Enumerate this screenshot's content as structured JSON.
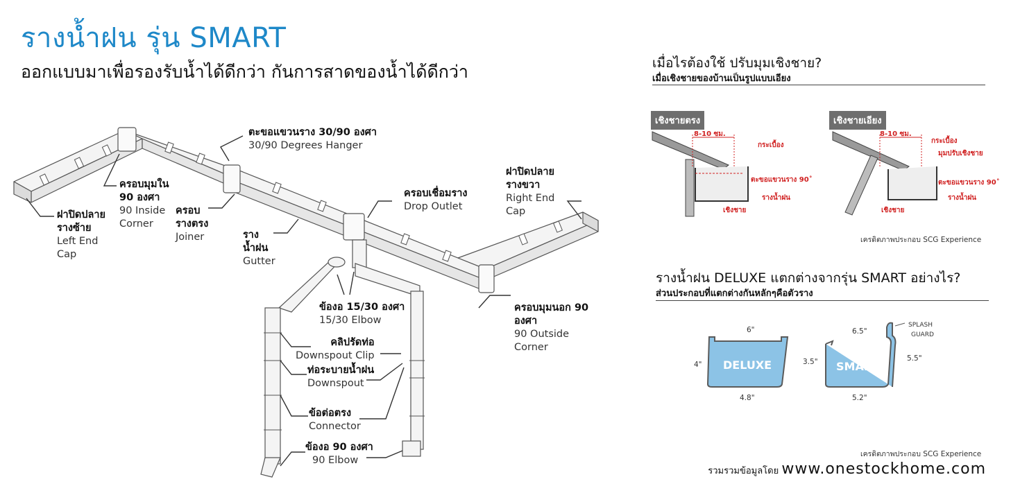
{
  "header": {
    "title": "รางน้ำฝน รุ่น SMART",
    "subtitle": "ออกแบบมาเพื่อรองรับน้ำได้ดีกว่า กันการสาดของน้ำได้ดีกว่า"
  },
  "parts": {
    "hanger": {
      "th": "ตะขอแขวนราง 30/90 องศา",
      "en": "30/90 Degrees Hanger"
    },
    "right_end_cap": {
      "th1": "ฝาปิดปลาย",
      "th2": "รางขวา",
      "en1": "Right End",
      "en2": "Cap"
    },
    "inside_corner": {
      "th1": "ครอบมุมใน",
      "th2": "90 องศา",
      "en1": "90 Inside",
      "en2": "Corner"
    },
    "left_end_cap": {
      "th1": "ฝาปิดปลาย",
      "th2": "รางซ้าย",
      "en1": "Left End",
      "en2": "Cap"
    },
    "joiner": {
      "th1": "ครอบ",
      "th2": "รางตรง",
      "en": "Joiner"
    },
    "drop_outlet": {
      "th": "ครอบเชื่อมราง",
      "en": "Drop Outlet"
    },
    "gutter": {
      "th1": "ราง",
      "th2": "น้ำฝน",
      "en": "Gutter"
    },
    "elbow_1530": {
      "th": "ข้องอ 15/30 องศา",
      "en": "15/30 Elbow"
    },
    "outside_corner": {
      "th1": "ครอบมุมนอก 90",
      "th2": "องศา",
      "en1": "90 Outside",
      "en2": "Corner"
    },
    "downspout_clip": {
      "th": "คลิปรัดท่อ",
      "en": "Downspout Clip"
    },
    "downspout": {
      "th": "ท่อระบายน้ำฝน",
      "en": "Downspout"
    },
    "connector": {
      "th": "ข้อต่อตรง",
      "en": "Connector"
    },
    "elbow_90": {
      "th": "ข้องอ 90 องศา",
      "en": "90 Elbow"
    }
  },
  "adjust_section": {
    "heading": "เมื่อไรต้องใช้ ปรับมุมเชิงชาย?",
    "subheading": "เมื่อเชิงชายของบ้านเป็นรูปแบบเอียง",
    "straight_tag": "เชิงชายตรง",
    "slanted_tag": "เชิงชายเอียง",
    "dim_label": "8-10 ซม.",
    "tile_label": "กระเบื้อง",
    "adjuster_label": "มุมปรับเชิงชาย",
    "hanger_label": "ตะขอแขวนราง 90˚",
    "gutter_label": "รางน้ำฝน",
    "fascia_label": "เชิงชาย",
    "credit": "เครดิตภาพประกอบ SCG Experience"
  },
  "compare_section": {
    "heading": "รางน้ำฝน DELUXE แตกต่างจากรุ่น SMART อย่างไร?",
    "subheading": "ส่วนประกอบที่แตกต่างกันหลักๆคือตัวราง",
    "deluxe": {
      "name": "DELUXE",
      "top": "6\"",
      "height": "4\"",
      "bottom": "4.8\""
    },
    "smart": {
      "name": "SMART",
      "top": "6.5\"",
      "height_left": "3.5\"",
      "height_right": "5.5\"",
      "bottom": "5.2\""
    },
    "splash_guard_1": "SPLASH",
    "splash_guard_2": "GUARD",
    "credit": "เครดิตภาพประกอบ SCG Experience"
  },
  "footer": {
    "collected_by": "รวมรวมข้อมูลโดย",
    "url": "www.onestockhome.com"
  },
  "colors": {
    "title_blue": "#1e88c8",
    "profile_fill": "#8cc3e6",
    "profile_stroke": "#5a5a5a",
    "label_red": "#d02020",
    "tag_gray": "#6e6e6e"
  }
}
